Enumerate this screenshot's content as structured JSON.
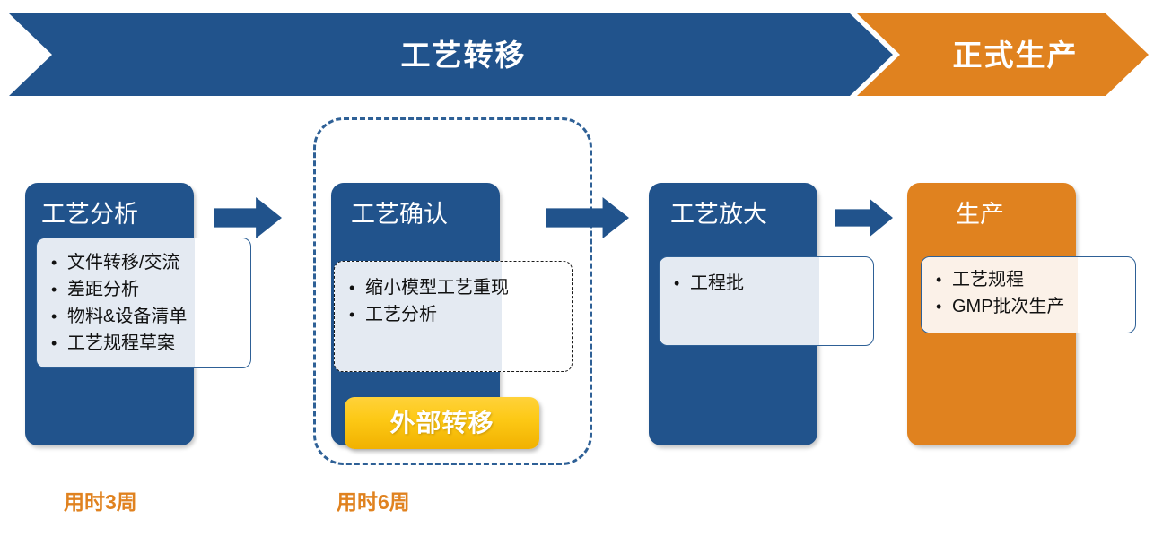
{
  "banner": {
    "phases": [
      {
        "id": "process-transfer",
        "label": "工艺转移",
        "color": "#21538C"
      },
      {
        "id": "formal-production",
        "label": "正式生产",
        "color": "#E0821F"
      }
    ]
  },
  "group": {
    "dashed_outline_color": "#2E6096",
    "badge": {
      "label": "外部转移",
      "color_top": "#FFD23A",
      "color_bottom": "#F1B100"
    }
  },
  "stages": [
    {
      "id": "process-analysis",
      "title": "工艺分析",
      "color": "#21538C",
      "callout_fill": "#E4EAF2",
      "callout_border": "#2E6096",
      "items": [
        "文件转移/交流",
        "差距分析",
        "物料&设备清单",
        "工艺规程草案"
      ]
    },
    {
      "id": "process-confirmation",
      "title": "工艺确认",
      "color": "#21538C",
      "callout_fill": "#E4EAF2",
      "callout_border": "#1a1a1a",
      "items": [
        "缩小模型工艺重现",
        "工艺分析"
      ]
    },
    {
      "id": "process-scale-up",
      "title": "工艺放大",
      "color": "#21538C",
      "callout_fill": "#E4EAF2",
      "callout_border": "#2E6096",
      "items": [
        "工程批"
      ]
    },
    {
      "id": "production",
      "title": "生产",
      "color": "#E0821F",
      "callout_fill": "#FBF1E8",
      "callout_border": "#2E6096",
      "items": [
        "工艺规程",
        "GMP批次生产"
      ]
    }
  ],
  "arrows": [
    {
      "id": "arrow-analysis-to-confirmation",
      "icon": "right-arrow-icon",
      "color": "#21538C"
    },
    {
      "id": "arrow-confirmation-to-scaleup",
      "icon": "right-arrow-icon",
      "color": "#21538C"
    },
    {
      "id": "arrow-scaleup-to-production",
      "icon": "right-arrow-icon",
      "color": "#21538C"
    }
  ],
  "durations": [
    {
      "id": "duration-process-analysis",
      "label": "用时3周",
      "color": "#E0821F"
    },
    {
      "id": "duration-process-confirmation",
      "label": "用时6周",
      "color": "#E0821F"
    }
  ]
}
